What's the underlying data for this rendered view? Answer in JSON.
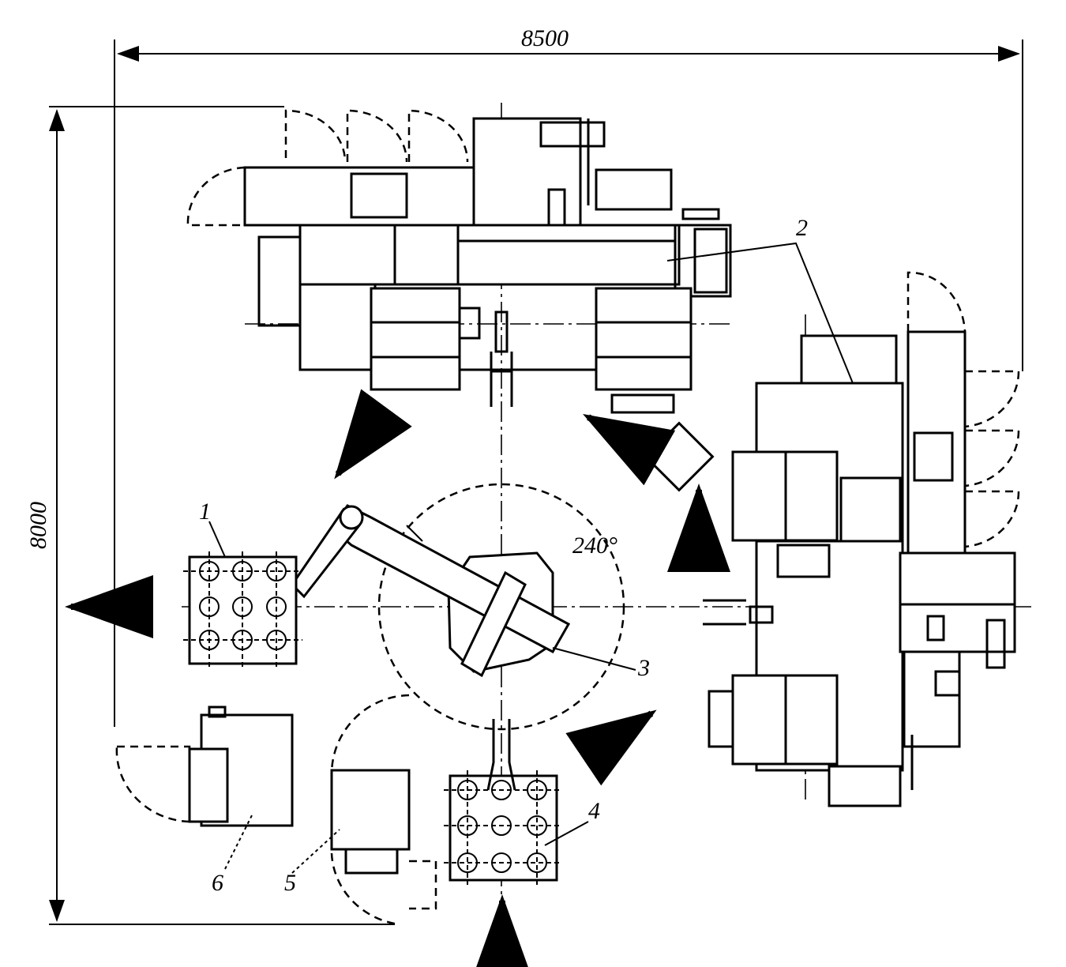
{
  "diagram": {
    "dimensions": {
      "width_label": "8500",
      "height_label": "8000"
    },
    "angle_label": "240°",
    "callouts": [
      "1",
      "2",
      "3",
      "4",
      "5",
      "6"
    ]
  }
}
